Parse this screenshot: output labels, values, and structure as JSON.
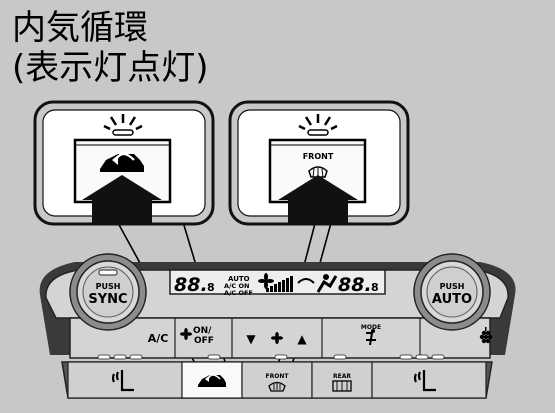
{
  "title": {
    "line1": "内気循環",
    "line2": "(表示灯点灯)"
  },
  "zoom_left": {
    "icon": "recirculation-car-icon"
  },
  "zoom_right": {
    "label": "FRONT",
    "icon": "front-defroster-icon"
  },
  "panel": {
    "display": {
      "left_temp": "88.",
      "left_temp_small": "8",
      "right_temp": "88.",
      "right_temp_small": "8",
      "status_lines": [
        "AUTO",
        "A/C ON",
        "A/C OFF"
      ]
    },
    "left_knob": {
      "push": "PUSH",
      "label": "SYNC"
    },
    "right_knob": {
      "push": "PUSH",
      "label": "AUTO"
    },
    "buttons": {
      "ac": "A/C",
      "fan_on": "ON/",
      "fan_off": "OFF",
      "fan_down": "▼",
      "fan_up": "▲",
      "mode": "MODE",
      "front": "FRONT",
      "rear": "REAR"
    }
  }
}
